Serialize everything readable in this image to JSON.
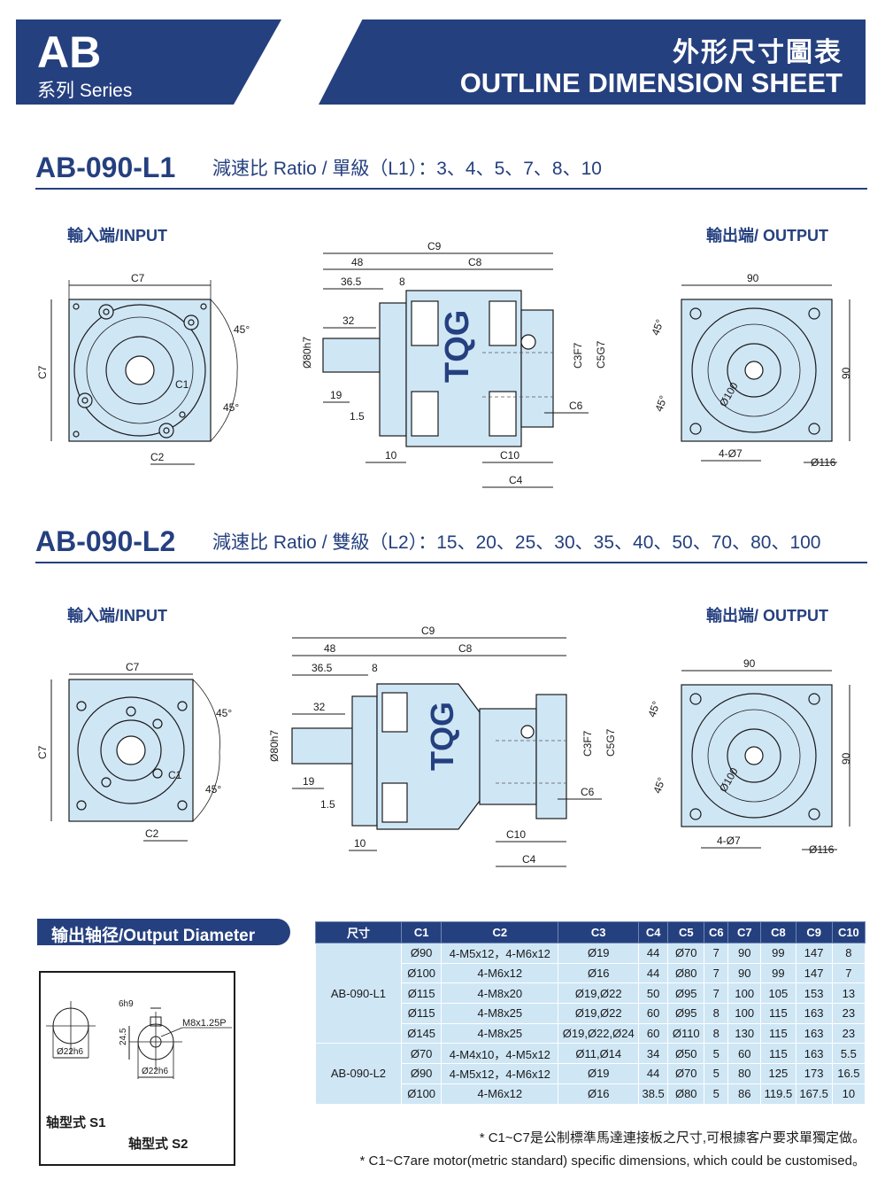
{
  "header": {
    "series_code": "AB",
    "series_label": "系列 Series",
    "title_cn": "外形尺寸圖表",
    "title_en": "OUTLINE DIMENSION SHEET"
  },
  "sections": [
    {
      "model": "AB-090-L1",
      "ratio": "減速比 Ratio / 單級（L1）：3、4、5、7、8、10",
      "input_label": "輸入端/INPUT",
      "output_label": "輸出端/ OUTPUT"
    },
    {
      "model": "AB-090-L2",
      "ratio": "減速比 Ratio / 雙級（L2）：15、20、25、30、35、40、50、70、80、100",
      "input_label": "輸入端/INPUT",
      "output_label": "輸出端/ OUTPUT"
    }
  ],
  "drawing_labels": {
    "c1": "C1",
    "c2": "C2",
    "c3": "C3F7",
    "c4": "C4",
    "c5": "C5G7",
    "c6": "C6",
    "c7": "C7",
    "c8": "C8",
    "c9": "C9",
    "c10": "C10",
    "deg45": "45°",
    "d48": "48",
    "d36_5": "36.5",
    "d8": "8",
    "d32": "32",
    "d19": "19",
    "d1_5": "1.5",
    "d10": "10",
    "d80": "Ø80h7",
    "brand": "TQG",
    "d90": "90",
    "d100": "Ø100",
    "holes": "4-Ø7",
    "d116": "Ø116"
  },
  "output_diameter": {
    "title": "输出轴径/Output Diameter",
    "h9": "6h9",
    "thread": "M8x1.25P",
    "d24_5": "24.5",
    "d22a": "Ø22h6",
    "d22b": "Ø22h6",
    "s1": "轴型式 S1",
    "s2": "轴型式 S2"
  },
  "table": {
    "headers": [
      "尺寸",
      "C1",
      "C2",
      "C3",
      "C4",
      "C5",
      "C6",
      "C7",
      "C8",
      "C9",
      "C10"
    ],
    "groups": [
      {
        "model": "AB-090-L1",
        "rows": [
          [
            "Ø90",
            "4-M5x12，4-M6x12",
            "Ø19",
            "44",
            "Ø70",
            "7",
            "90",
            "99",
            "147",
            "8"
          ],
          [
            "Ø100",
            "4-M6x12",
            "Ø16",
            "44",
            "Ø80",
            "7",
            "90",
            "99",
            "147",
            "7"
          ],
          [
            "Ø115",
            "4-M8x20",
            "Ø19,Ø22",
            "50",
            "Ø95",
            "7",
            "100",
            "105",
            "153",
            "13"
          ],
          [
            "Ø115",
            "4-M8x25",
            "Ø19,Ø22",
            "60",
            "Ø95",
            "8",
            "100",
            "115",
            "163",
            "23"
          ],
          [
            "Ø145",
            "4-M8x25",
            "Ø19,Ø22,Ø24",
            "60",
            "Ø110",
            "8",
            "130",
            "115",
            "163",
            "23"
          ]
        ]
      },
      {
        "model": "AB-090-L2",
        "rows": [
          [
            "Ø70",
            "4-M4x10，4-M5x12",
            "Ø11,Ø14",
            "34",
            "Ø50",
            "5",
            "60",
            "115",
            "163",
            "5.5"
          ],
          [
            "Ø90",
            "4-M5x12，4-M6x12",
            "Ø19",
            "44",
            "Ø70",
            "5",
            "80",
            "125",
            "173",
            "16.5"
          ],
          [
            "Ø100",
            "4-M6x12",
            "Ø16",
            "38.5",
            "Ø80",
            "5",
            "86",
            "119.5",
            "167.5",
            "10"
          ]
        ]
      }
    ]
  },
  "notes": {
    "cn": "* C1~C7是公制標準馬達連接板之尺寸,可根據客户要求單獨定做。",
    "en": "* C1~C7are motor(metric standard) specific dimensions, which could be customised。"
  }
}
